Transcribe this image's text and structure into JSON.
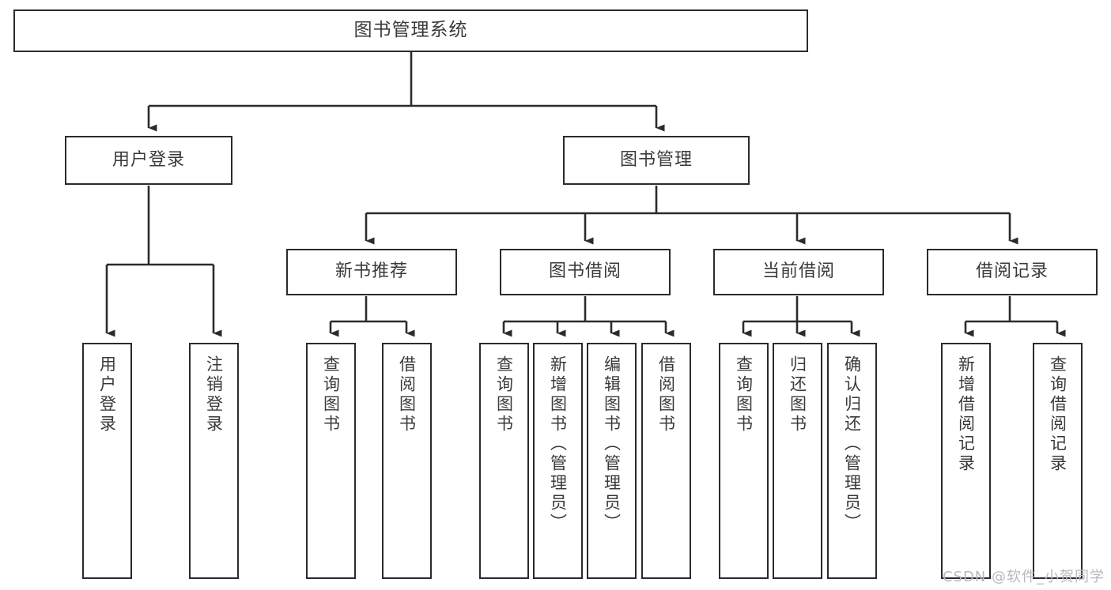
{
  "diagram": {
    "title": "图书管理系统",
    "type": "tree-hierarchy-diagram",
    "watermark": "CSDN @软件_小贺同学",
    "colors": {
      "stroke": "#2b2b2b",
      "text": "#3a3a3a",
      "background": "#ffffff",
      "watermark": "#b9b9b9"
    },
    "root": {
      "label": "图书管理系统"
    },
    "level2": [
      {
        "id": "user-login",
        "label": "用户登录"
      },
      {
        "id": "book-management",
        "label": "图书管理"
      }
    ],
    "level3": [
      {
        "id": "new-book-recommend",
        "label": "新书推荐"
      },
      {
        "id": "book-borrow",
        "label": "图书借阅"
      },
      {
        "id": "current-borrow",
        "label": "当前借阅"
      },
      {
        "id": "borrow-record",
        "label": "借阅记录"
      }
    ],
    "leaves": {
      "user_login": [
        {
          "id": "leaf-user-login",
          "label": "用户登录"
        },
        {
          "id": "leaf-logout-login",
          "label": "注销登录"
        }
      ],
      "new_book_recommend": [
        {
          "id": "leaf-query-book-1",
          "label": "查询图书"
        },
        {
          "id": "leaf-borrow-book-1",
          "label": "借阅图书"
        }
      ],
      "book_borrow": [
        {
          "id": "leaf-query-book-2",
          "label": "查询图书"
        },
        {
          "id": "leaf-add-book",
          "label": "新增图书（管理员）"
        },
        {
          "id": "leaf-edit-book",
          "label": "编辑图书（管理员）"
        },
        {
          "id": "leaf-borrow-book-2",
          "label": "借阅图书"
        }
      ],
      "current_borrow": [
        {
          "id": "leaf-query-book-3",
          "label": "查询图书"
        },
        {
          "id": "leaf-return-book",
          "label": "归还图书"
        },
        {
          "id": "leaf-confirm-return",
          "label": "确认归还（管理员）"
        }
      ],
      "borrow_record": [
        {
          "id": "leaf-add-record",
          "label": "新增借阅记录"
        },
        {
          "id": "leaf-query-record",
          "label": "查询借阅记录"
        }
      ]
    }
  }
}
